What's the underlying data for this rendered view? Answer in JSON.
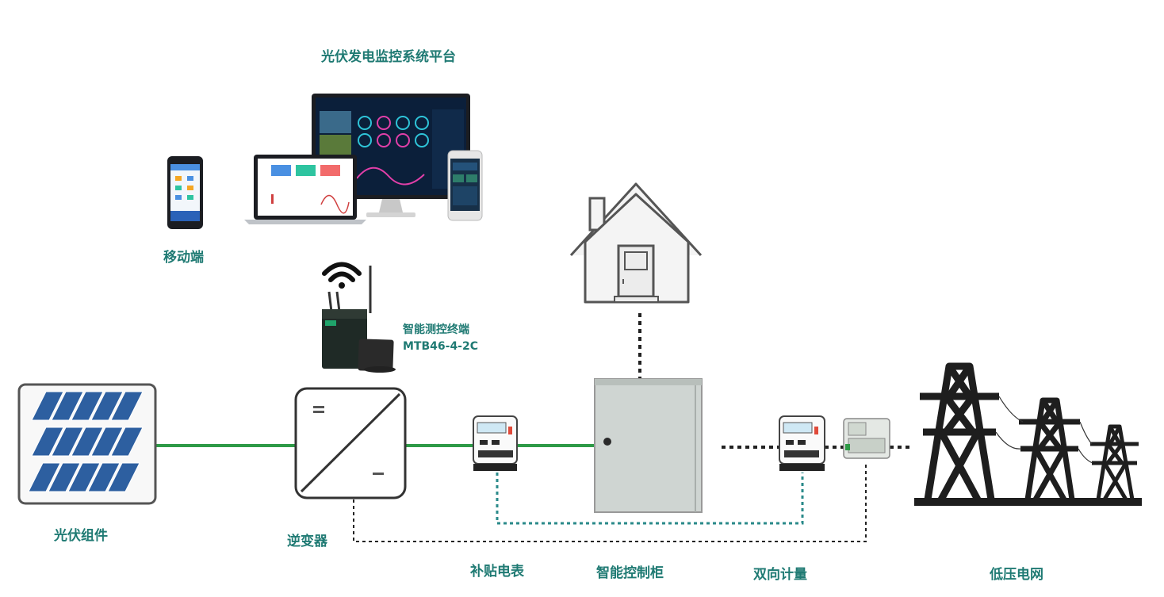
{
  "title": "光伏发电监控系统平台",
  "labels": {
    "mobile": "移动端",
    "terminal_name": "智能测控终端",
    "terminal_model": "MTB46-4-2C",
    "pv_module": "光伏组件",
    "inverter": "逆变器",
    "subsidy_meter": "补贴电表",
    "control_cabinet": "智能控制柜",
    "bidirectional_meter": "双向计量",
    "grid": "低压电网"
  },
  "colors": {
    "label_text": "#1f7a73",
    "power_line": "#2e9a47",
    "comm_line": "#2a8a8a",
    "signal_line": "#222222"
  },
  "icons": [
    "wifi-icon",
    "house-icon",
    "solar-panel-icon",
    "inverter-icon",
    "meter-icon",
    "cabinet-icon",
    "transmission-tower-icon",
    "monitor-icon",
    "laptop-icon",
    "phone-icon"
  ]
}
